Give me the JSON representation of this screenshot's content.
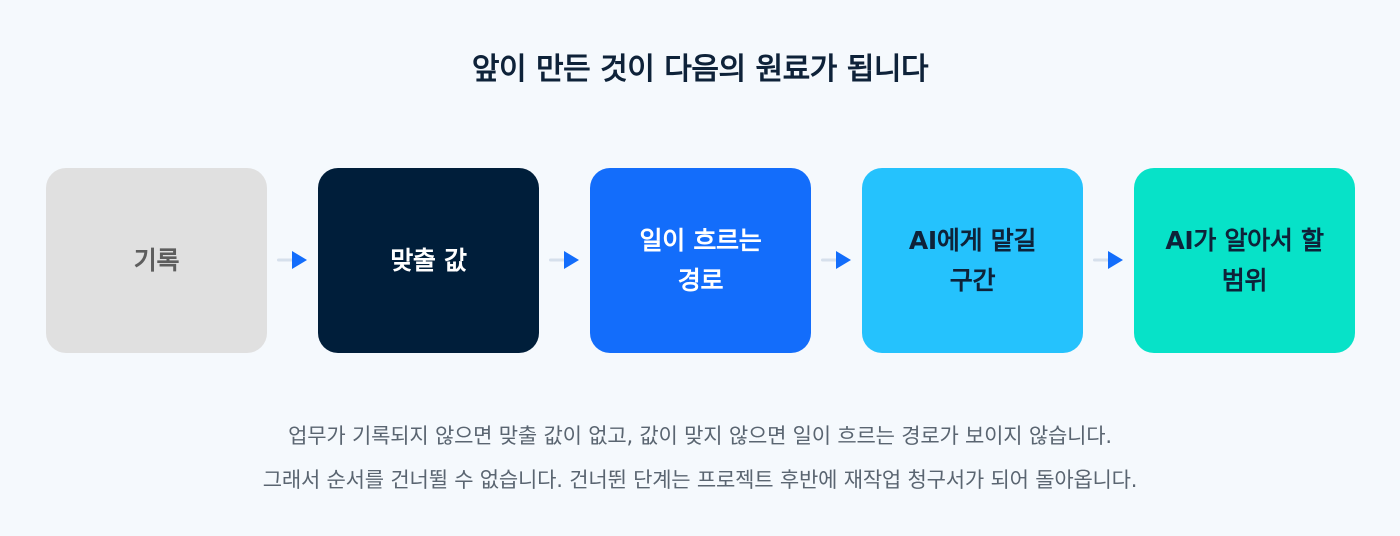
{
  "title": "앞이 만든 것이 다음의 원료가 됩니다",
  "steps": [
    {
      "label": "기록",
      "bg": "#E0E0E0",
      "fg": "#5E5E5E"
    },
    {
      "label": "맞출 값",
      "bg": "#001E3A",
      "fg": "#FFFFFF"
    },
    {
      "label": "일이 흐르는\n경로",
      "bg": "#136DFB",
      "fg": "#FFFFFF"
    },
    {
      "label": "AI에게 맡길\n구간",
      "bg": "#25C2FD",
      "fg": "#0E2239"
    },
    {
      "label": "AI가 알아서 할\n범위",
      "bg": "#07E2C8",
      "fg": "#0E2239"
    }
  ],
  "colors": {
    "arrow_head": "#136DFB",
    "arrow_tail": "#D6E0EC"
  },
  "description": {
    "line1": "업무가 기록되지 않으면 맞출 값이 없고, 값이 맞지 않으면 일이 흐르는 경로가 보이지 않습니다.",
    "line2": "그래서 순서를 건너뛸 수 없습니다. 건너뛴 단계는 프로젝트 후반에 재작업 청구서가 되어 돌아옵니다."
  }
}
